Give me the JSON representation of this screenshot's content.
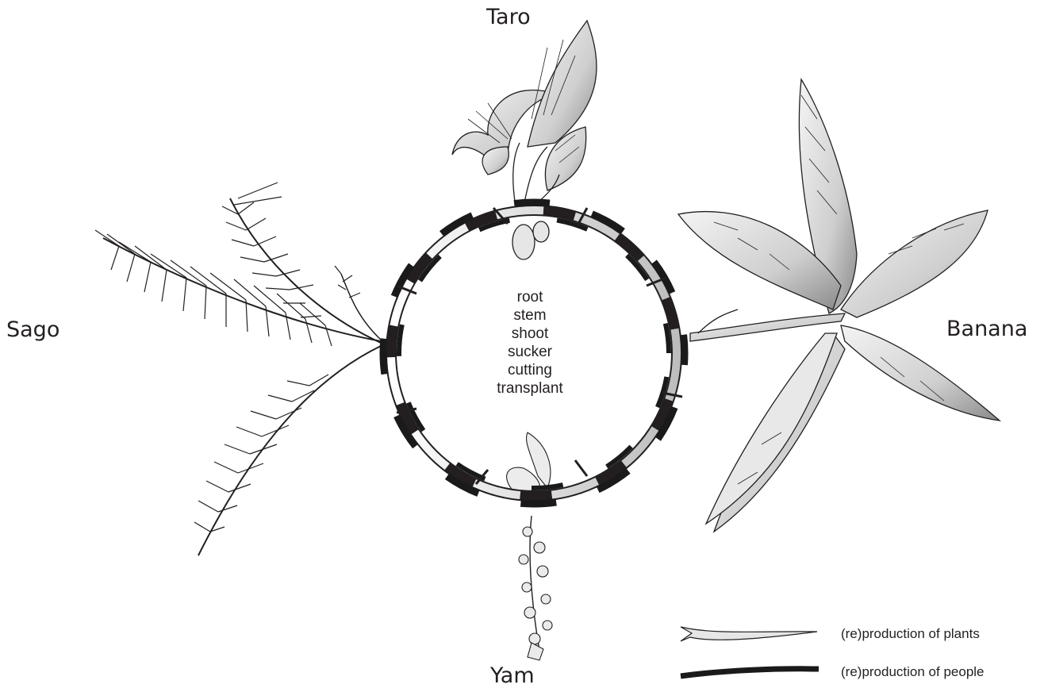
{
  "diagram": {
    "plants": {
      "taro": "Taro",
      "sago": "Sago",
      "banana": "Banana",
      "yam": "Yam"
    },
    "center_terms": [
      "root",
      "stem",
      "shoot",
      "sucker",
      "cutting",
      "transplant"
    ],
    "legend": {
      "plants": "(re)production of plants",
      "people": "(re)production of people"
    },
    "colors": {
      "ink": "#231f20",
      "strand_light": "#e8e8e8",
      "strand_dark": "#1a1a1a",
      "leaf_fill": "#dcdcdc"
    }
  }
}
